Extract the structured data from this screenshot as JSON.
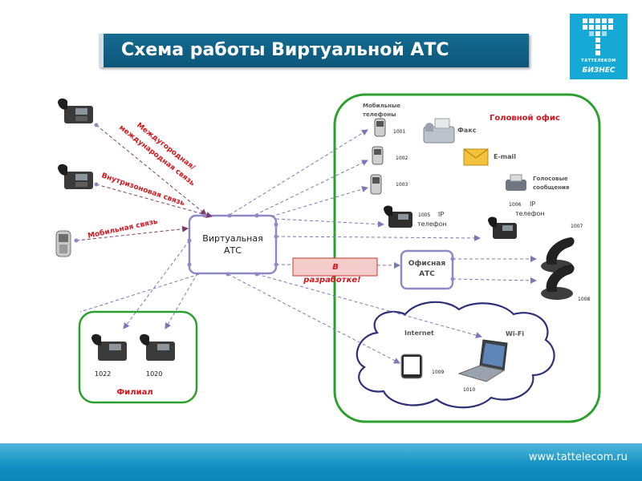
{
  "title": "Схема работы Виртуальной АТС",
  "logo": {
    "small": "ТАТТЕЛЕКОМ",
    "big": "БИЗНЕС"
  },
  "footer": {
    "url": "www.tattelecom.ru"
  },
  "vats": {
    "line1": "Виртуальная",
    "line2": "АТС"
  },
  "office_ats": {
    "line1": "Офисная",
    "line2": "АТС"
  },
  "dev_badge": {
    "line1": "В",
    "line2": "разработке!"
  },
  "head_office": {
    "title": "Головной офис"
  },
  "branch": {
    "title": "Филиал"
  },
  "links": {
    "intercity": [
      "Междугородная/",
      "международная связь"
    ],
    "intrazone": "Внутризоновая связь",
    "mobile": "Мобильная связь"
  },
  "office": {
    "mobile_phones": [
      "Мобильные",
      "телефоны"
    ],
    "fax": "Факс",
    "email": "E-mail",
    "voice_messages": [
      "Голосовые",
      "сообщения"
    ],
    "ip_phone": [
      "IP",
      "телефон"
    ],
    "internet": "Internet",
    "wifi": "Wi-Fi"
  },
  "numbers": {
    "m1": "1001",
    "m2": "1002",
    "m3": "1003",
    "ip1": "1005",
    "ip2": "1006",
    "n1007": "1007",
    "n1008": "1008",
    "n1009": "1009",
    "n1010": "1010",
    "b1": "1022",
    "b2": "1020"
  },
  "colors": {
    "green": "#2ca02c",
    "purple": "#7b78b5",
    "red_text": "#d0181f",
    "link_red": "#d0181f",
    "badge_fill": "#f4cccc",
    "title_bg": "#0f5f85"
  }
}
